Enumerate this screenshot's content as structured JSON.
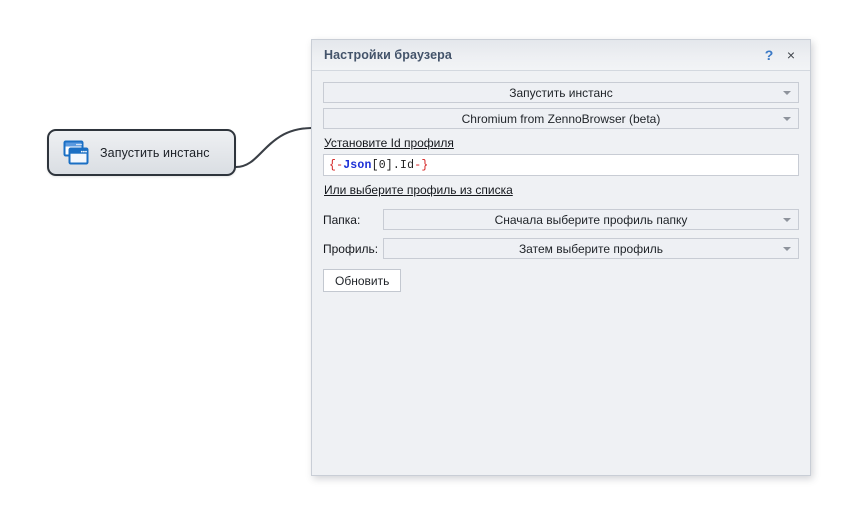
{
  "canvas": {
    "node": {
      "label": "Запустить инстанс",
      "icon": "two-browser-windows-icon"
    },
    "connector": "curved-link"
  },
  "dialog": {
    "title": "Настройки браузера",
    "help_label": "?",
    "close_label": "×",
    "action_combo": {
      "value": "Запустить инстанс",
      "arrow": "chevron-down-icon"
    },
    "browser_combo": {
      "value": "Chromium from ZennoBrowser (beta)",
      "arrow": "chevron-down-icon"
    },
    "profile_id_label": "Установите Id профиля",
    "profile_id_value": {
      "open": "{-",
      "name": "Json",
      "index": "[0]",
      "prop": ".Id",
      "close": "-}"
    },
    "or_select_label": "Или выберите профиль из списка",
    "folder_row": {
      "label": "Папка:",
      "value": "Сначала выберите профиль папку",
      "arrow": "chevron-down-icon"
    },
    "profile_row": {
      "label": "Профиль:",
      "value": "Затем выберите профиль",
      "arrow": "chevron-down-icon"
    },
    "refresh_button": "Обновить"
  },
  "colors": {
    "accent_blue": "#1a6fc4",
    "title_text": "#43536a",
    "help_blue": "#3a79c6",
    "dialog_bg": "#eff1f4",
    "combo_bg": "#eef0f4",
    "border": "#c8ccd4",
    "macro_red": "#d32020",
    "macro_blue": "#1b2fd6"
  }
}
